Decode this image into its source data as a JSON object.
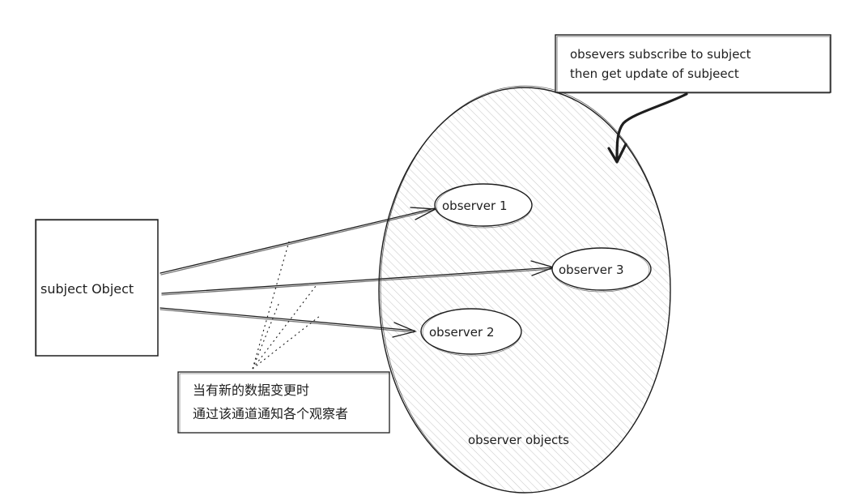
{
  "subject": {
    "label": "subject Object"
  },
  "observer_group": {
    "label": "observer objects"
  },
  "observers": [
    {
      "label": "observer 1"
    },
    {
      "label": "observer 3"
    },
    {
      "label": "observer 2"
    }
  ],
  "note_top": {
    "line1": "obsevers subscribe to subject",
    "line2": "then get update of subjeect"
  },
  "note_bottom": {
    "line1": "当有新的数据变更时",
    "line2": "通过该通道通知各个观察者"
  },
  "colors": {
    "stroke": "#1e1e1e",
    "hatch": "#c8c8c8",
    "background": "#ffffff"
  }
}
